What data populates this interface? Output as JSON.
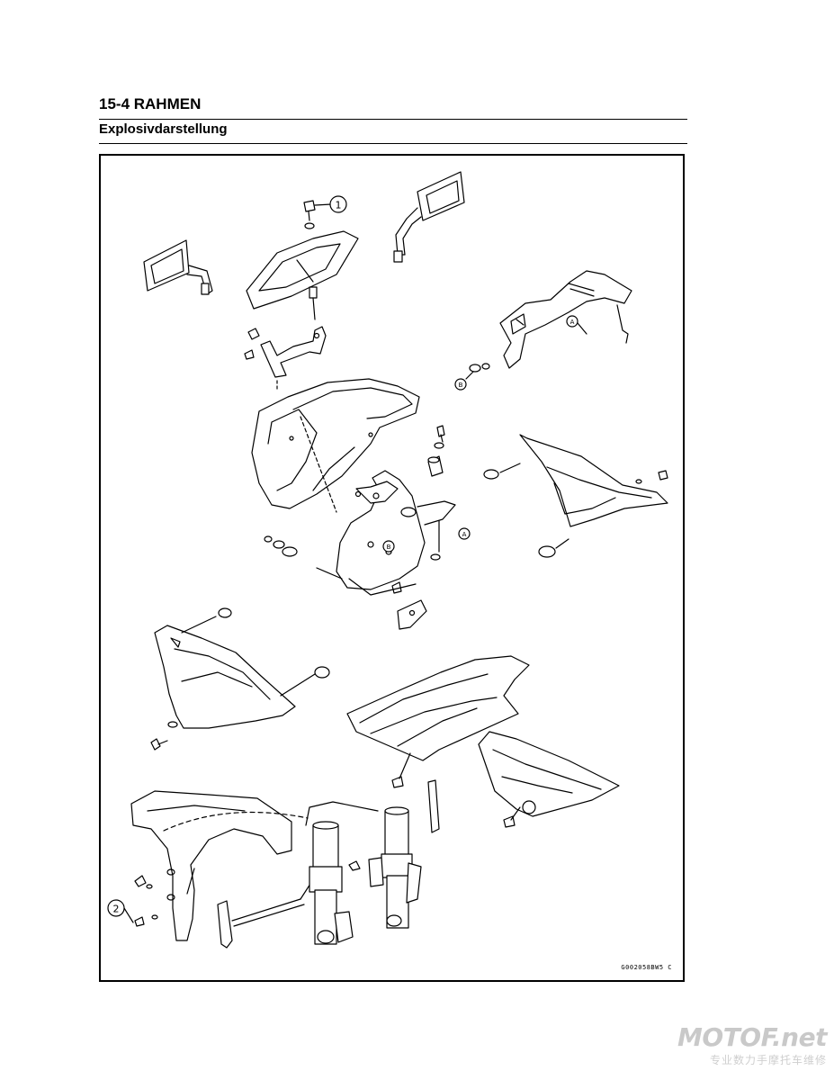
{
  "header": {
    "chapter_title": "15-4 RAHMEN",
    "section_title": "Explosivdarstellung"
  },
  "figure": {
    "code": "G002058BW5 C",
    "callouts": [
      {
        "label": "1"
      },
      {
        "label": "2"
      }
    ],
    "reference_marks": [
      {
        "label": "A"
      },
      {
        "label": "B"
      },
      {
        "label": "A"
      },
      {
        "label": "B"
      }
    ]
  },
  "watermark": {
    "logo": "MOTOF.net",
    "tagline": "专业数力手摩托车维修"
  }
}
